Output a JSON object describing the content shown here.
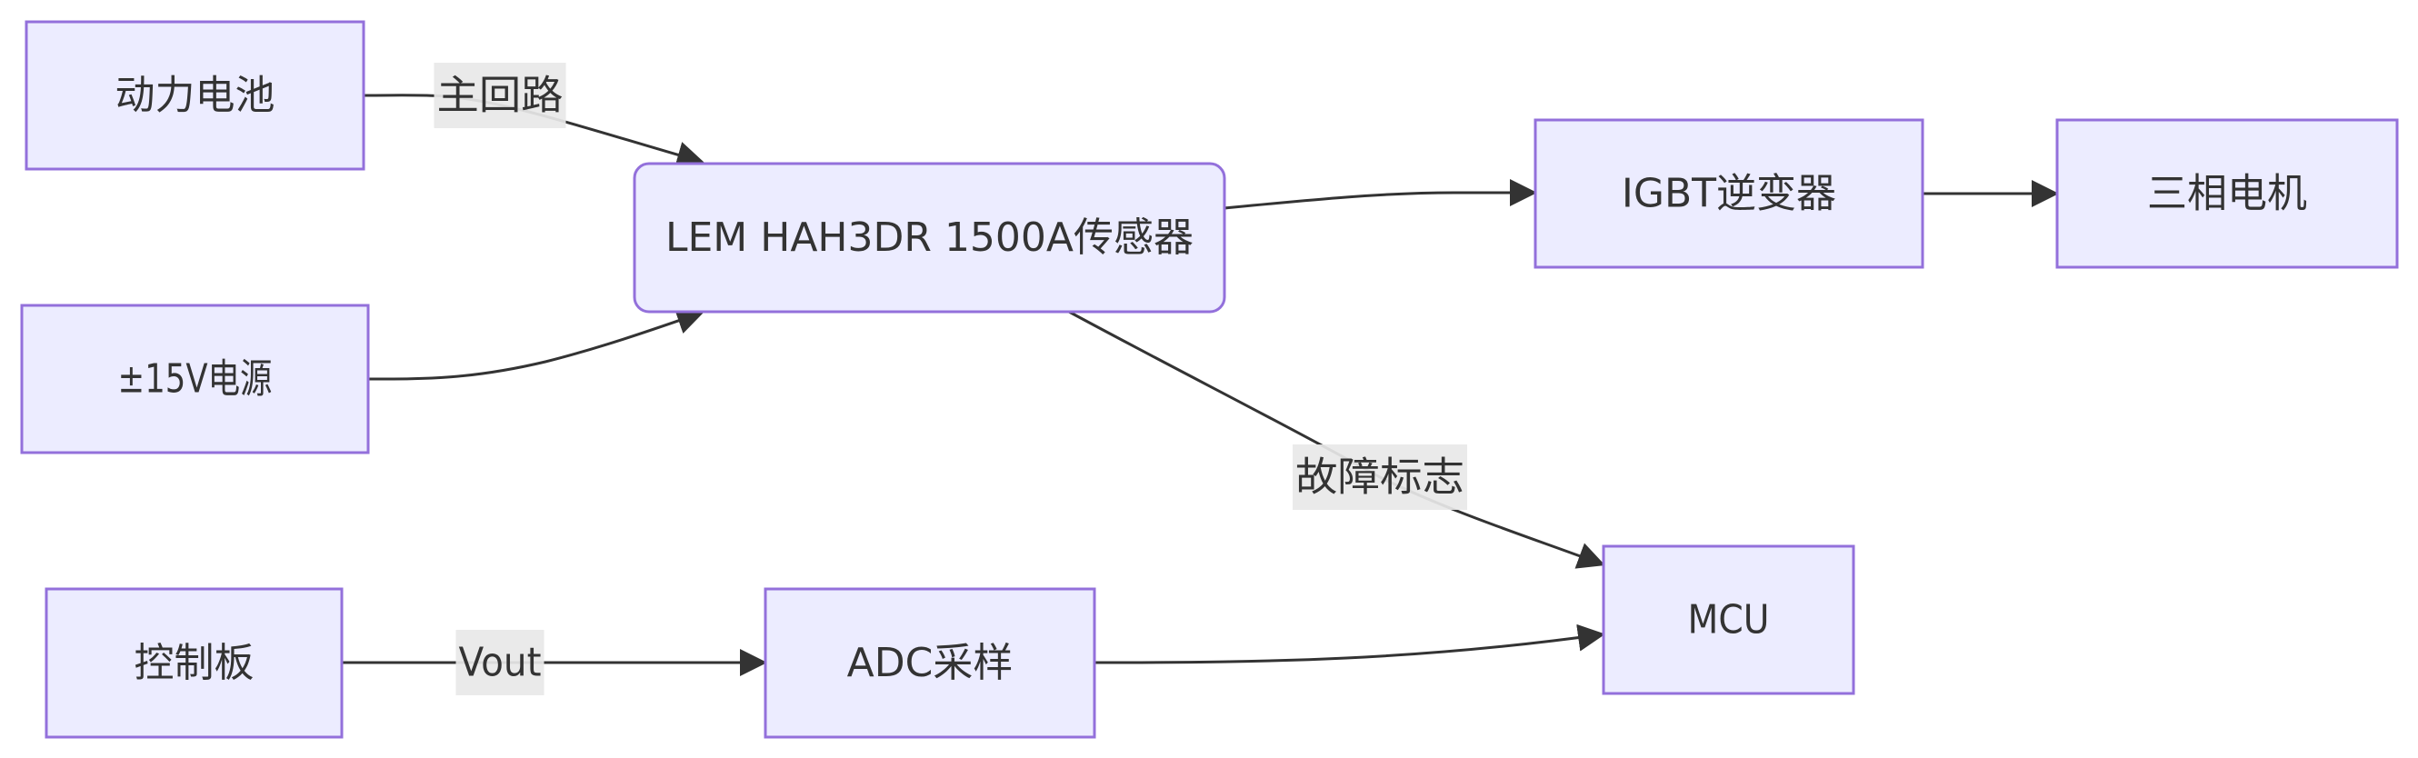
{
  "diagram": {
    "type": "flowchart",
    "direction": "LR",
    "nodes": [
      {
        "id": "battery",
        "label": "动力电池",
        "shape": "rect"
      },
      {
        "id": "psu",
        "label": "±15V电源",
        "shape": "rect"
      },
      {
        "id": "control",
        "label": "控制板",
        "shape": "rect"
      },
      {
        "id": "sensor",
        "label": "LEM HAH3DR 1500A传感器",
        "shape": "rounded"
      },
      {
        "id": "adc",
        "label": "ADC采样",
        "shape": "rect"
      },
      {
        "id": "igbt",
        "label": "IGBT逆变器",
        "shape": "rect"
      },
      {
        "id": "motor",
        "label": "三相电机",
        "shape": "rect"
      },
      {
        "id": "mcu",
        "label": "MCU",
        "shape": "rect"
      }
    ],
    "edges": [
      {
        "from": "battery",
        "to": "sensor",
        "label": "主回路"
      },
      {
        "from": "psu",
        "to": "sensor",
        "label": ""
      },
      {
        "from": "sensor",
        "to": "igbt",
        "label": ""
      },
      {
        "from": "igbt",
        "to": "motor",
        "label": ""
      },
      {
        "from": "sensor",
        "to": "mcu",
        "label": "故障标志"
      },
      {
        "from": "control",
        "to": "adc",
        "label": "Vout"
      },
      {
        "from": "adc",
        "to": "mcu",
        "label": ""
      }
    ],
    "colors": {
      "node_fill": "#ECECFF",
      "node_stroke": "#9370DB",
      "edge": "#333333",
      "edge_label_bg": "#E8E8E8",
      "text": "#333333"
    }
  }
}
